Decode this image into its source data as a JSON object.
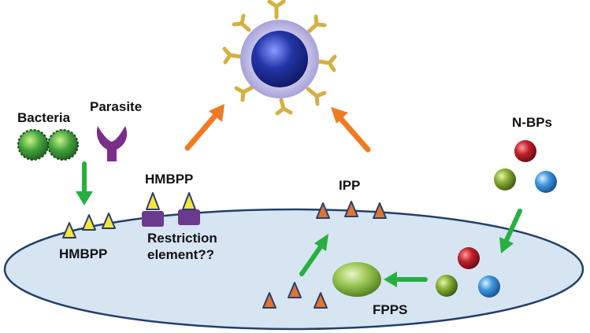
{
  "labels": {
    "bacteria": "Bacteria",
    "parasite": "Parasite",
    "hmbpp_top": "HMBPP",
    "hmbpp_bottom": "HMBPP",
    "restriction_line1": "Restriction",
    "restriction_line2": "element??",
    "ipp": "IPP",
    "fpps": "FPPS",
    "nbps": "N-BPs"
  },
  "colors": {
    "cell_fill": "#d7e4f2",
    "cell_stroke": "#23406a",
    "arrow_green": "#27b040",
    "arrow_orange": "#f07a24",
    "triangle_yellow": "#f6e63a",
    "triangle_orange": "#e2742f",
    "triangle_stroke": "#2b3f6e",
    "receptor_gold": "#d4b042",
    "parasite_purple": "#7b2d8c",
    "restriction_purple": "#6b3a8f",
    "fpps_green": "#8bbf46",
    "sphere_red": "#b7202c",
    "sphere_green": "#7fa831",
    "sphere_blue": "#3a8fd6"
  },
  "icons": [
    "bacteria-icon",
    "parasite-icon",
    "t-cell-icon",
    "restriction-element-icon",
    "fpps-enzyme-icon",
    "n-bp-molecule-icon"
  ]
}
